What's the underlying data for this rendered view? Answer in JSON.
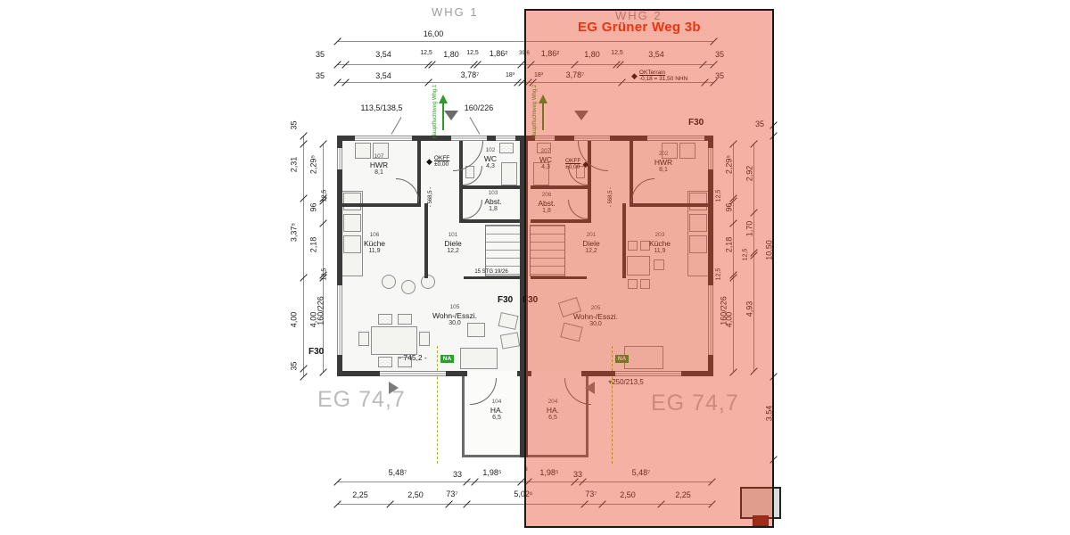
{
  "header": {
    "whg1": "WHG 1",
    "whg2": "WHG 2",
    "title": "EG Grüner Weg 3b"
  },
  "floor": {
    "left": "EG 74,7",
    "right": "EG 74,7"
  },
  "colors": {
    "overlay_fill": "rgba(230,60,25,0.4)",
    "overlay_border": "#191919",
    "title_red": "#ee3311",
    "green": "#2e9b27",
    "wall": "#3a3a3a"
  },
  "dims": {
    "overall": "16,00",
    "top_row1": [
      "35",
      "3,54",
      "12,5",
      "1,80",
      "12,5",
      "1,86²",
      "39,6",
      "1,86²",
      "1,80",
      "12,5",
      "3,54",
      "35"
    ],
    "top_row2": [
      "35",
      "3,54",
      "3,78⁷",
      "18³",
      "18³",
      "3,78⁷",
      "35"
    ],
    "bottom_row1": [
      "5,48⁷",
      "33",
      "1,98⁵",
      "3",
      "1,98⁵",
      "33",
      "5,48⁷"
    ],
    "bottom_row2": [
      "2,25",
      "2,50",
      "73⁷",
      "5,02⁶",
      "73⁷",
      "2,50",
      "2,25"
    ],
    "left_outer": [
      "35",
      "2,31",
      "3,37⁵",
      "4,00",
      "35"
    ],
    "left_inner": [
      "2,29⁵",
      "12,5",
      "96",
      "2,18",
      "12,5",
      "4,00"
    ],
    "right_inner": [
      "2,29⁵",
      "12,5",
      "96",
      "2,18",
      "12,5",
      "4,00"
    ],
    "right_mid": [
      "2,92",
      "1,70",
      "12,5",
      "4,93"
    ],
    "right_outer": [
      "35",
      "10,50",
      "3,54"
    ],
    "interior_depth": "- 568,5 -",
    "living_width": "- 745,2 -"
  },
  "rooms": [
    {
      "num": "107",
      "name": "HWR",
      "area": "8,1"
    },
    {
      "num": "102",
      "name": "WC",
      "area": "4,3"
    },
    {
      "num": "103",
      "name": "Abst.",
      "area": "1,8"
    },
    {
      "num": "106",
      "name": "Küche",
      "area": "11,9"
    },
    {
      "num": "101",
      "name": "Diele",
      "area": "12,2"
    },
    {
      "num": "105",
      "name": "Wohn-/Esszi.",
      "area": "30,0"
    },
    {
      "num": "104",
      "name": "HA.",
      "area": "6,5"
    },
    {
      "num": "207",
      "name": "WC",
      "area": "4,3"
    },
    {
      "num": "202",
      "name": "HWR",
      "area": "8,1"
    },
    {
      "num": "206",
      "name": "Abst.",
      "area": "1,8"
    },
    {
      "num": "201",
      "name": "Diele",
      "area": "12,2"
    },
    {
      "num": "203",
      "name": "Küche",
      "area": "11,9"
    },
    {
      "num": "205",
      "name": "Wohn-/Esszi.",
      "area": "30,0"
    },
    {
      "num": "204",
      "name": "HA.",
      "area": "6,5"
    }
  ],
  "annotations": {
    "f30": "F30",
    "na": "NA",
    "okff_label": "OKFF",
    "okff_value": "±0,00",
    "ok_terrain": "OKTerrain",
    "ok_terrain_value": "-0,18 = 31,50 NHN",
    "stairs": "15 STG 19/26",
    "window_top": "113,5/138,5",
    "door_top": "160/226",
    "window_side_left": "160/226",
    "window_side_right": "160/226",
    "terrace_door": "250/213,5",
    "escape_left": "Hauptfluchtweg Whg.1",
    "escape_right": "Hauptfluchtweg Whg.2"
  }
}
